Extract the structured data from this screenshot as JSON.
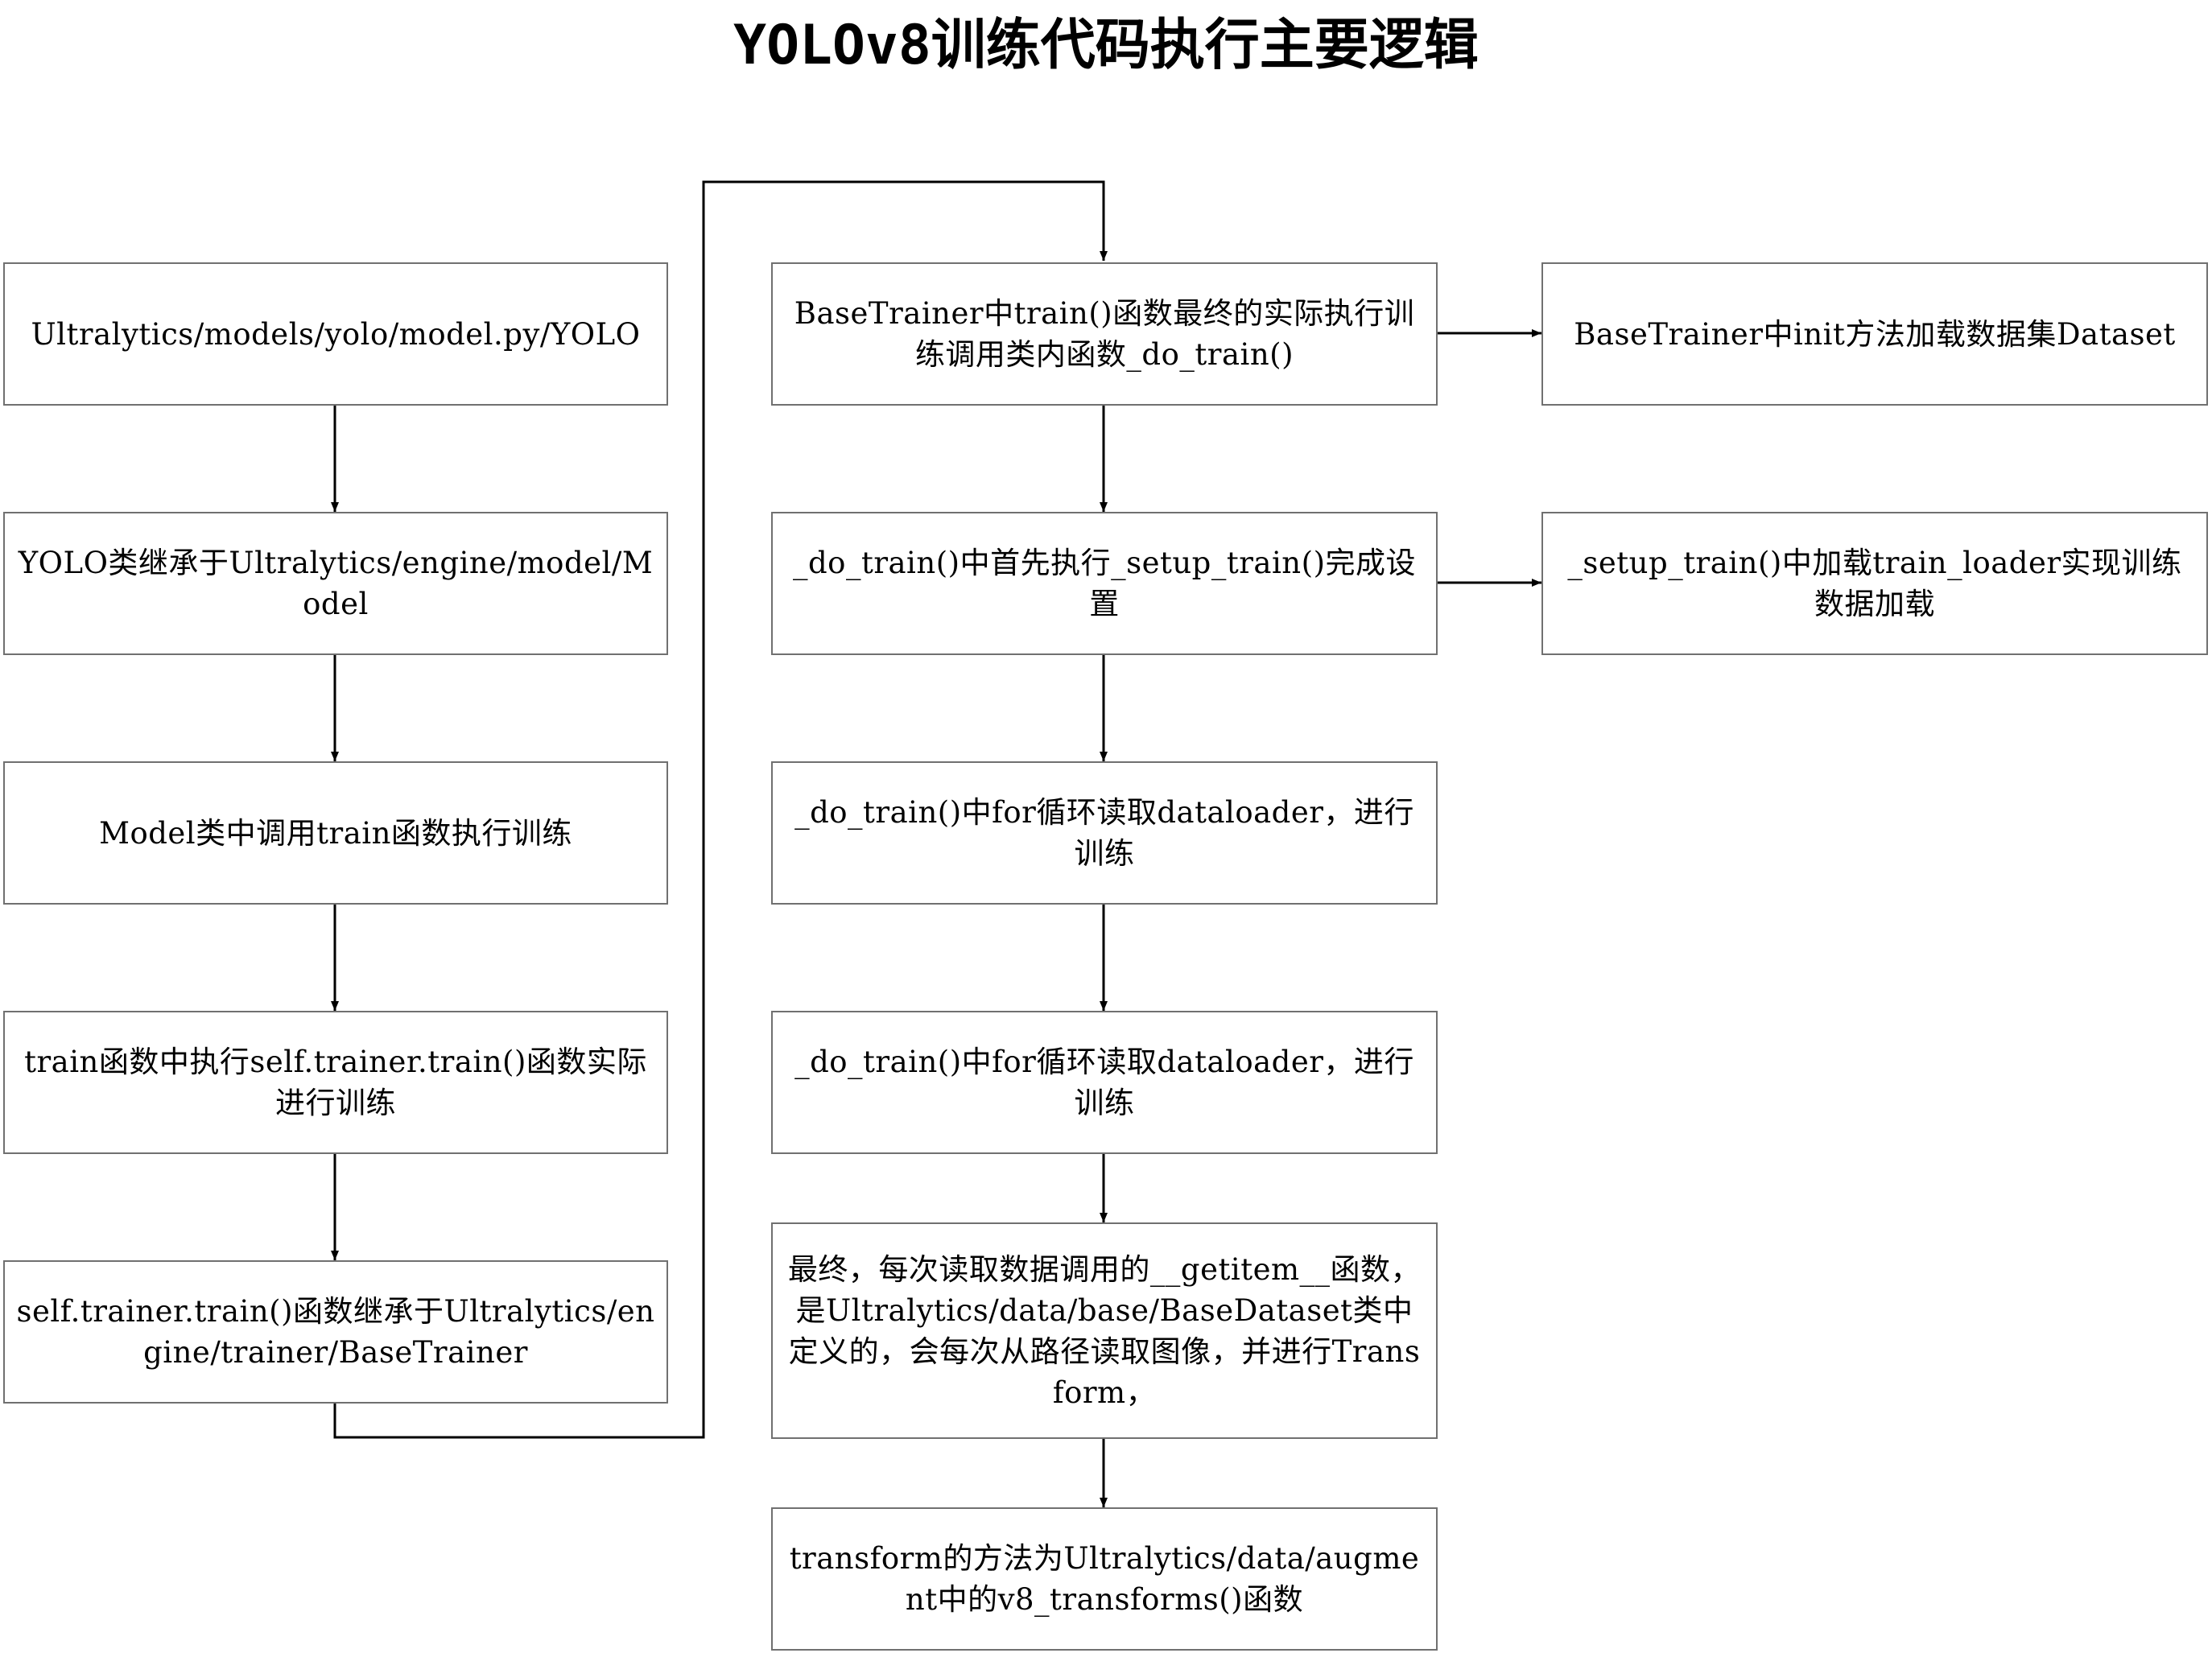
{
  "title": "YOLOv8训练代码执行主要逻辑",
  "nodes": {
    "n1": "Ultralytics/models/yolo/model.py/YOLO",
    "n2": "YOLO类继承于Ultralytics/engine/model/Model",
    "n3": "Model类中调用train函数执行训练",
    "n4": "train函数中执行self.trainer.train()函数实际进行训练",
    "n5": "self.trainer.train()函数继承于Ultralytics/engine/trainer/BaseTrainer",
    "n6": "BaseTrainer中train()函数最终的实际执行训练调用类内函数_do_train()",
    "n7": "_do_train()中首先执行_setup_train()完成设置",
    "n8": "_do_train()中for循环读取dataloader，进行训练",
    "n9": "_do_train()中for循环读取dataloader，进行训练",
    "n10": "最终，每次读取数据调用的__getitem__函数，是Ultralytics/data/base/BaseDataset类中定义的，会每次从路径读取图像，并进行Transform，",
    "n11": "transform的方法为Ultralytics/data/augment中的v8_transforms()函数",
    "n12": "BaseTrainer中init方法加载数据集Dataset",
    "n13": "_setup_train()中加载train_loader实现训练数据加载"
  },
  "colors": {
    "border": "#707070",
    "line": "#000000"
  }
}
